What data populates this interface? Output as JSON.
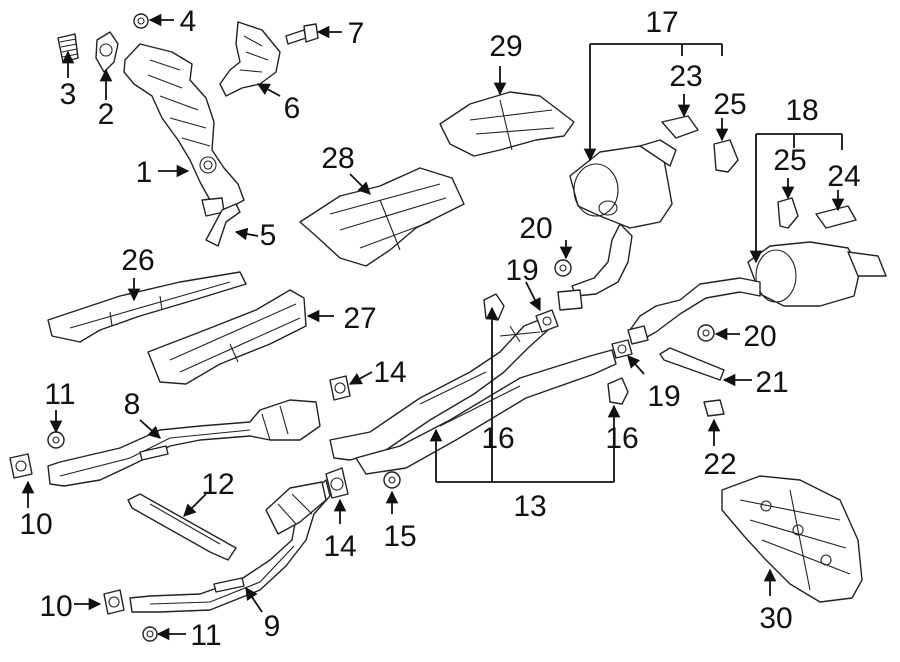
{
  "callouts": [
    "1",
    "2",
    "3",
    "4",
    "5",
    "6",
    "7",
    "8",
    "9",
    "10",
    "10",
    "11",
    "11",
    "12",
    "13",
    "14",
    "14",
    "15",
    "16",
    "16",
    "17",
    "18",
    "19",
    "19",
    "20",
    "20",
    "21",
    "22",
    "23",
    "24",
    "25",
    "25",
    "26",
    "27",
    "28",
    "29",
    "30"
  ]
}
